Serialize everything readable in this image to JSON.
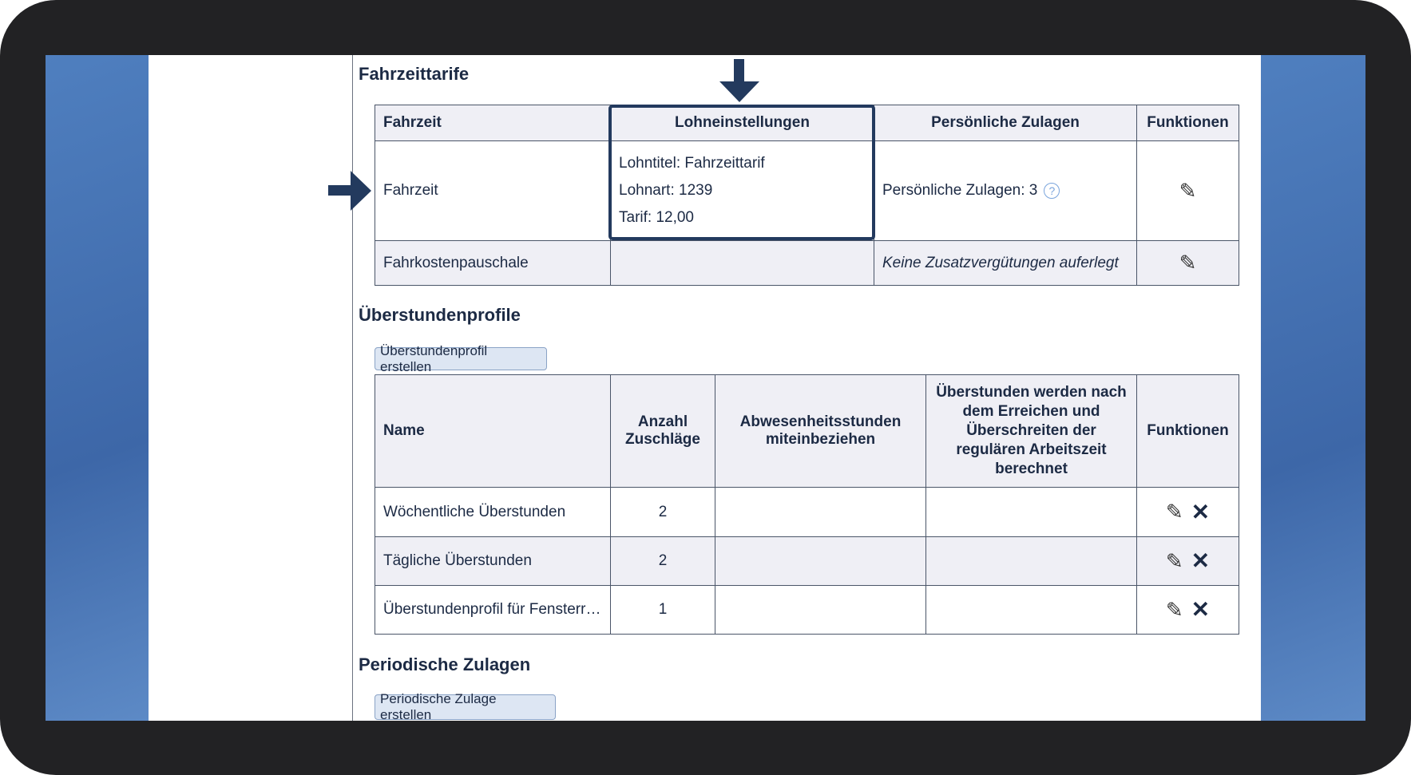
{
  "sections": {
    "travel": {
      "title": "Fahrzeittarife",
      "headers": [
        "Fahrzeit",
        "Lohneinstellungen",
        "Persönliche Zulagen",
        "Funktionen"
      ],
      "rows": [
        {
          "name": "Fahrzeit",
          "wage": [
            "Lohntitel: Fahrzeittarif",
            "Lohnart: 1239",
            "Tarif: 12,00"
          ],
          "allowances": "Persönliche Zulagen: 3",
          "actions": [
            "edit-icon"
          ]
        },
        {
          "name": "Fahrkostenpauschale",
          "wage": [],
          "allowances": "Keine Zusatzvergütungen auferlegt",
          "actions": [
            "edit-icon"
          ]
        }
      ]
    },
    "overtime": {
      "title": "Überstundenprofile",
      "create_button": "Überstundenprofil erstellen",
      "headers": [
        "Name",
        "Anzahl Zuschläge",
        "Abwesenheitsstunden miteinbeziehen",
        "Überstunden werden nach dem Erreichen und Überschreiten der regulären Arbeitszeit berechnet",
        "Funktionen"
      ],
      "rows": [
        {
          "name": "Wöchentliche Überstunden",
          "count": "2",
          "actions": [
            "edit-icon",
            "delete-icon"
          ]
        },
        {
          "name": "Tägliche Überstunden",
          "count": "2",
          "actions": [
            "edit-icon",
            "delete-icon"
          ]
        },
        {
          "name": "Überstundenprofil für Fensterr…",
          "count": "1",
          "actions": [
            "edit-icon",
            "delete-icon"
          ]
        }
      ]
    },
    "periodic": {
      "title": "Periodische Zulagen",
      "create_button": "Periodische Zulage erstellen"
    }
  },
  "colors": {
    "annotation": "#233a5e",
    "header_bg": "#efeff5",
    "help_icon": "#7aa4dc"
  }
}
